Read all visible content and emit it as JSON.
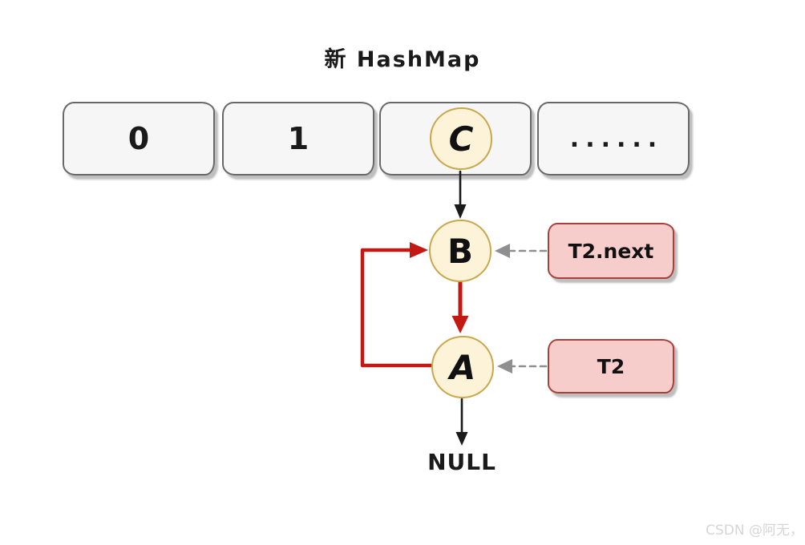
{
  "title": "新 HashMap",
  "buckets": [
    {
      "label": "0"
    },
    {
      "label": "1"
    },
    {
      "label": ""
    },
    {
      "label": "......"
    }
  ],
  "nodes": {
    "c": "C",
    "b": "B",
    "a": "A"
  },
  "null_label": "NULL",
  "pointers": {
    "t2_next": "T2.next",
    "t2": "T2"
  },
  "watermark": "CSDN @阿无，",
  "colors": {
    "ink": "#1a1a1a",
    "accent_red": "#c41812",
    "bucket_fill": "#f6f6f6",
    "bucket_border": "#686868",
    "node_fill": "#fcf3d8",
    "node_border": "#c9a84c",
    "pointer_fill": "#f6cdcb",
    "pointer_border": "#a83f38",
    "arrow_gray": "#8f8f8f",
    "watermark_gray": "#d6d6d6"
  }
}
